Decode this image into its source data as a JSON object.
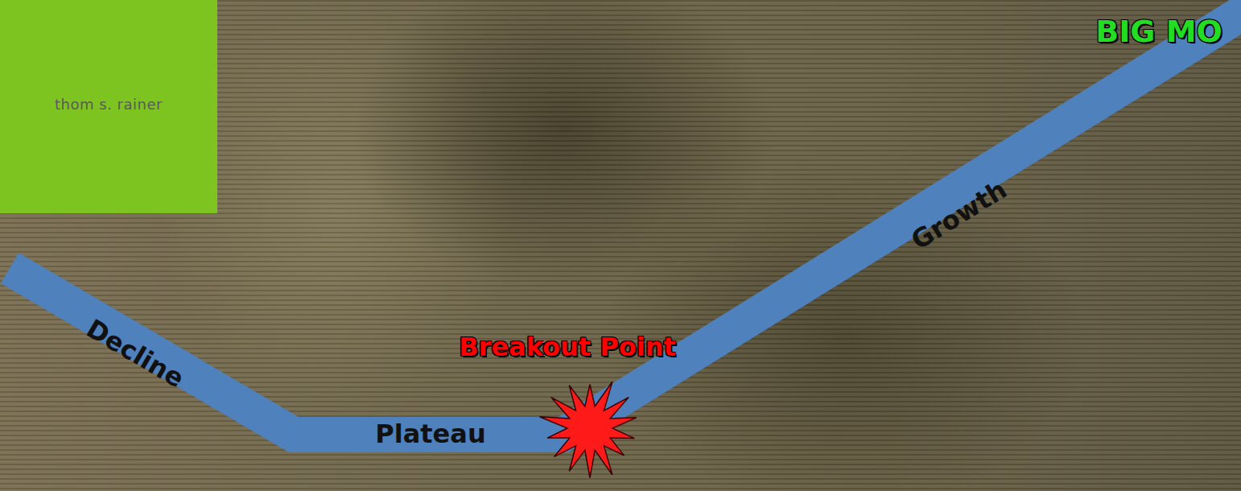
{
  "diagram": {
    "labels": [
      "thom s. rainer",
      "Decline",
      "Plateau",
      "Breakout Point",
      "Growth",
      "BIG MO"
    ]
  }
}
